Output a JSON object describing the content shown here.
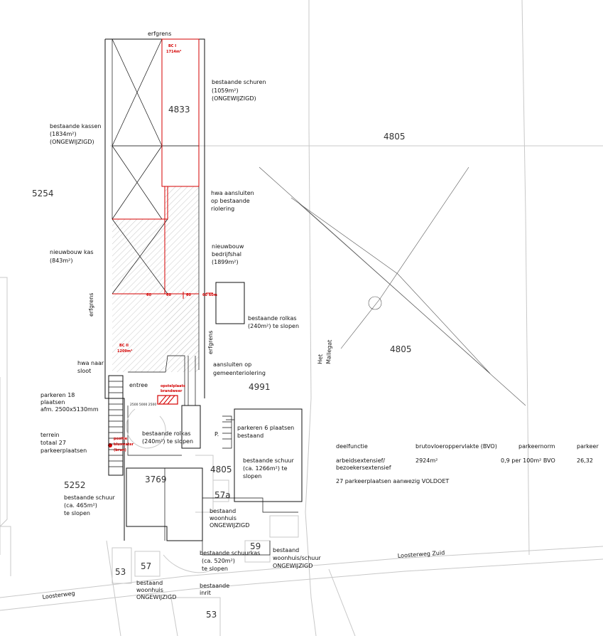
{
  "parcels": {
    "p4833": "4833",
    "p4805_top": "4805",
    "p5254": "5254",
    "p4805_right": "4805",
    "p4991": "4991",
    "p3769": "3769",
    "p4805_mid": "4805",
    "p5252": "5252",
    "p57a": "57a",
    "p59": "59",
    "p53_left": "53",
    "p57": "57",
    "p53_bottom": "53"
  },
  "roads": {
    "loosterweg": "Loosterweg",
    "loosterweg_zuid": "Loosterweg Zuid",
    "het_mallegat_1": "Het",
    "het_mallegat_2": "Mallegat"
  },
  "labels": {
    "erfgrens_top": "erfgrens",
    "erfgrens_left": "erfgrens",
    "erfgrens_right": "erfgrens",
    "schuren": [
      "bestaande schuren",
      "(1059m²)",
      "(ONGEWIJZIGD)"
    ],
    "kassen": [
      "bestaande  kassen",
      "(1834m²)",
      "(ONGEWIJZIGD)"
    ],
    "hwa_riolering": [
      "hwa aansluiten",
      "op bestaande",
      "riolering"
    ],
    "nieuwbouw_bedrijfshal": [
      "nieuwbouw",
      "bedrijfshal",
      "(1899m²)"
    ],
    "nieuwbouw_kas": [
      "nieuwbouw kas",
      "(843m²)"
    ],
    "rolkas_right": [
      "bestaande rolkas",
      "(240m²) te slopen"
    ],
    "hwa_sloot": [
      "hwa naar",
      "sloot"
    ],
    "gemeenteriolering": [
      "aansluiten op",
      "gemeenteriolering"
    ],
    "entree": "entree",
    "parkeren18": [
      "parkeren 18",
      "plaatsen",
      "afm. 2500x5130mm"
    ],
    "terrein": [
      "terrein",
      "totaal 27",
      "parkeerplaatsen"
    ],
    "rolkas_left": [
      "bestaande rolkas",
      "(240m²) te slopen"
    ],
    "parkeren6": [
      "parkeren 6 plaatsen",
      "bestaand"
    ],
    "schuur_right": [
      "bestaande schuur",
      "(ca. 1266m²) te",
      "slopen"
    ],
    "schuur_left": [
      "bestaande schuur",
      "(ca. 465m²)",
      "te slopen"
    ],
    "woonhuis_mid": [
      "bestaand",
      "woonhuis",
      "ONGEWIJZIGD"
    ],
    "schuurkas": [
      "bestaande schuurkas",
      "(ca. 520m²)",
      "te slopen"
    ],
    "woonhuis_schuur": [
      "bestaand",
      "woonhuis/schuur",
      "ONGEWIJZIGD"
    ],
    "woonhuis_bottom": [
      "bestaand",
      "woonhuis",
      "ONGEWIJZIGD"
    ],
    "inrit": [
      "bestaande",
      "inrit"
    ],
    "p_marker": "P.",
    "dims": "2500 5000 2500"
  },
  "red_labels": {
    "bci": [
      "BC I",
      "1714m²"
    ],
    "bcii": [
      "BC II",
      "1209m²"
    ],
    "opstel": [
      "opstelplaats",
      "brandweer"
    ],
    "bluswater": [
      "positie",
      "bluswater",
      "(brun)"
    ],
    "marks": [
      "60",
      "60",
      "60",
      "60 60m"
    ]
  },
  "table": {
    "headers": [
      "deelfunctie",
      "brutovloeroppervlakte (BVO)",
      "parkeernorm",
      "parkeer"
    ],
    "row_func": [
      "arbeidsextensief/",
      "bezoekersextensief"
    ],
    "row_bvo": "2924m²",
    "row_norm": "0,9 per 100m² BVO",
    "row_park": "26,32",
    "conclusion": "27 parkeerplaatsen aanwezig VOLDOET"
  },
  "colors": {
    "line": "#111111",
    "thin": "#c8c8c8",
    "red": "#d40000"
  }
}
